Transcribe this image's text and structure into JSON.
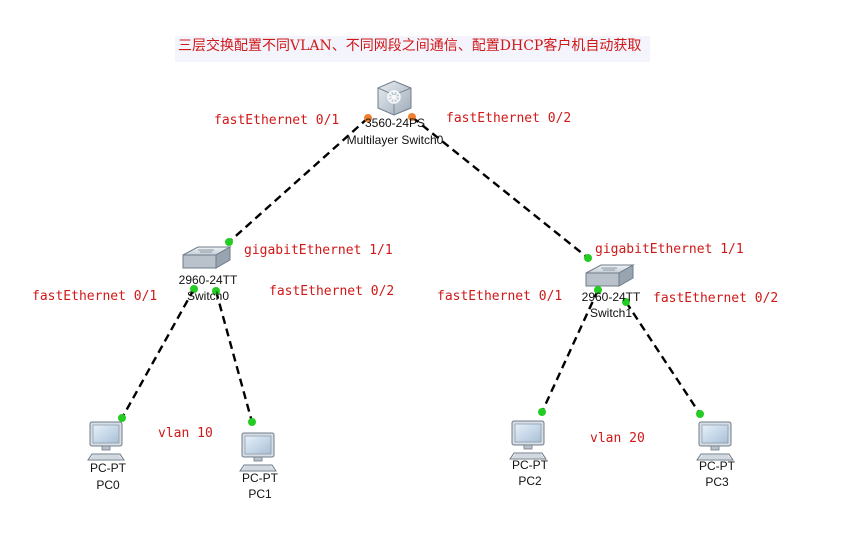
{
  "title": "三层交换配置不同VLAN、不同网段之间通信、配置DHCP客户机自动获取",
  "devices": {
    "mls": {
      "model": "3560-24PS",
      "name": "Multilayer Switch0"
    },
    "sw0": {
      "model": "2960-24TT",
      "name": "Switch0"
    },
    "sw1": {
      "model": "2960-24TT",
      "name": "Switch1"
    },
    "pc0": {
      "model": "PC-PT",
      "name": "PC0"
    },
    "pc1": {
      "model": "PC-PT",
      "name": "PC1"
    },
    "pc2": {
      "model": "PC-PT",
      "name": "PC2"
    },
    "pc3": {
      "model": "PC-PT",
      "name": "PC3"
    }
  },
  "ports": {
    "mls_left": "fastEthernet 0/1",
    "mls_right": "fastEthernet 0/2",
    "sw0_uplink": "gigabitEthernet 1/1",
    "sw1_uplink": "gigabitEthernet 1/1",
    "sw0_left": "fastEthernet 0/1",
    "sw0_right": "fastEthernet 0/2",
    "sw1_left": "fastEthernet 0/1",
    "sw1_right": "fastEthernet 0/2"
  },
  "vlans": {
    "left": "vlan 10",
    "right": "vlan 20"
  },
  "colors": {
    "label": "#d01818",
    "link": "#000000",
    "port_up": "#22cc22",
    "port_amber": "#f08030",
    "title_bg": "#f4f4fd"
  },
  "icons": {
    "mls": "multilayer-switch-icon",
    "switch": "switch-icon",
    "pc": "pc-icon"
  }
}
